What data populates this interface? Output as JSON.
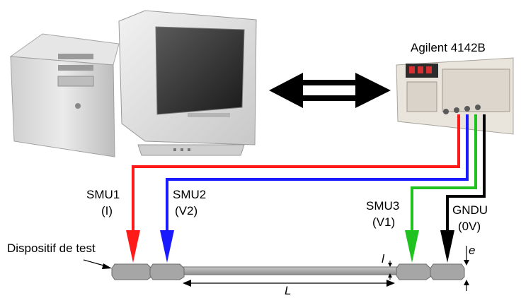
{
  "instrument": {
    "name": "Agilent 4142B"
  },
  "channels": [
    {
      "name": "SMU1",
      "signal": "(I)",
      "color": "#ff1a1a"
    },
    {
      "name": "SMU2",
      "signal": "(V2)",
      "color": "#1a1aff"
    },
    {
      "name": "SMU3",
      "signal": "(V1)",
      "color": "#1fc21f"
    },
    {
      "name": "GNDU",
      "signal": "(0V)",
      "color": "#000000"
    }
  ],
  "device": {
    "label": "Dispositif de test",
    "length_symbol": "L",
    "width_symbol": "l",
    "thickness_symbol": "e"
  }
}
